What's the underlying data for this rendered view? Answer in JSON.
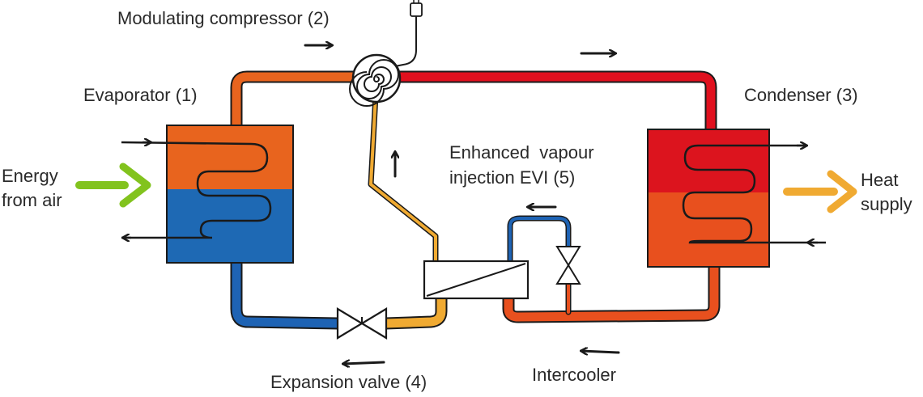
{
  "labels": {
    "compressor": "Modulating compressor (2)",
    "evaporator": "Evaporator (1)",
    "condenser": "Condenser (3)",
    "energy_line1": "Energy",
    "energy_line2": "from air",
    "heat_line1": "Heat",
    "heat_line2": "supply",
    "evi_line1": "Enhanced  vapour",
    "evi_line2": "injection EVI (5)",
    "expansion_valve": "Expansion valve (4)",
    "intercooler": "Intercooler"
  },
  "colors": {
    "cold_pipe": "#1e63b4",
    "warm_pipe": "#e8641e",
    "hot_pipe": "#e0101e",
    "injection_pipe": "#f0aa32",
    "evaporator_top": "#e8641e",
    "evaporator_bottom": "#1e69b4",
    "condenser_top": "#dc141e",
    "condenser_bottom": "#e8501e",
    "air_arrow": "#82c31e",
    "heat_arrow": "#f0aa32",
    "outline": "#1a1a1a"
  },
  "icons": [
    "compressor-spiral-icon",
    "expansion-valve-icon",
    "evi-valve-icon",
    "flow-arrow-icon",
    "plug-icon"
  ]
}
